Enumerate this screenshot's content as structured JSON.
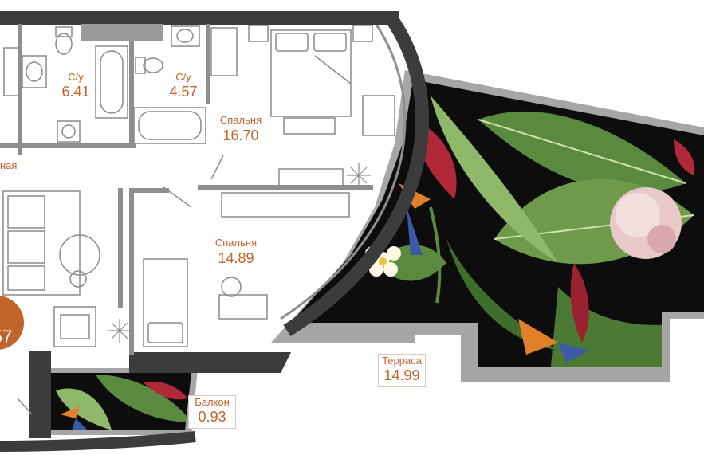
{
  "plan": {
    "rooms": [
      {
        "id": "bath1",
        "name": "С/у",
        "area": "6.41"
      },
      {
        "id": "bath2",
        "name": "С/у",
        "area": "4.57"
      },
      {
        "id": "bedroom1",
        "name": "Спальня",
        "area": "16.70"
      },
      {
        "id": "bedroom2",
        "name": "Спальня",
        "area": "14.89"
      },
      {
        "id": "living_partial",
        "name": "ная",
        "area": ""
      },
      {
        "id": "badge_partial",
        "name": "",
        "area": "57"
      }
    ],
    "outdoor": [
      {
        "id": "terrace",
        "name": "Терраса",
        "area": "14.99"
      },
      {
        "id": "balcony",
        "name": "Балкон",
        "area": "0.93"
      }
    ],
    "colors": {
      "wall": "#3c3c3c",
      "inner_wall": "#8e8e8e",
      "text": "#c0642b",
      "badge": "#c0642b",
      "mural_bg": "#0d0d0d",
      "leaf_green": "#5a8a3e",
      "leaf_light": "#8fb86a",
      "flower_pink": "#e8c8c8",
      "flower_red": "#b0283a",
      "bird_orange": "#e0802a",
      "bird_blue": "#3a5aa8"
    }
  }
}
